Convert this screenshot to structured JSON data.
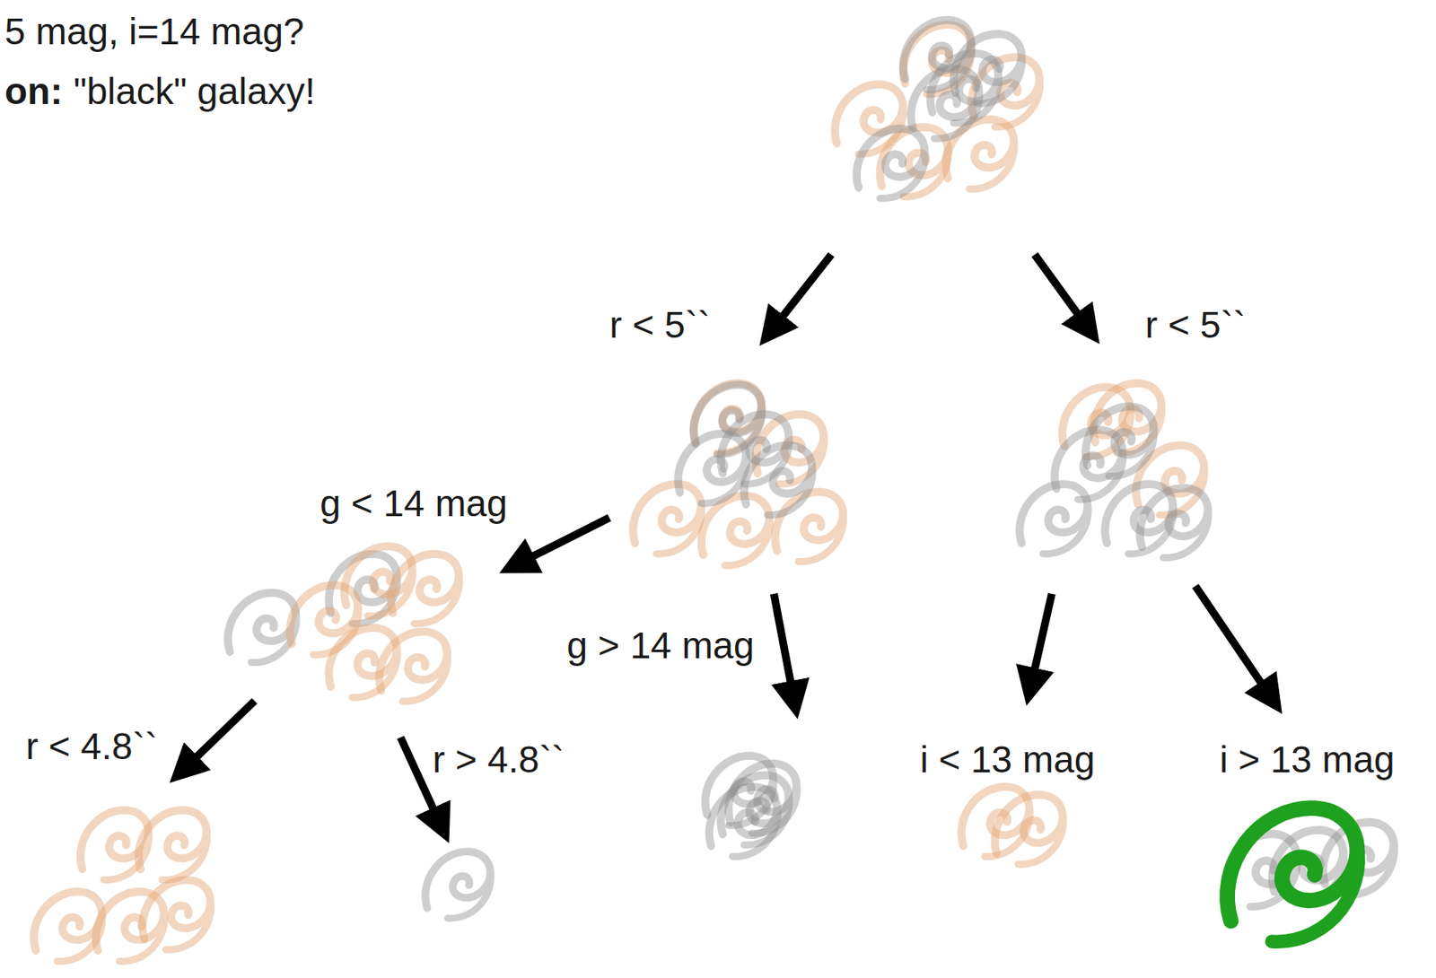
{
  "diagram": {
    "labels": [
      "5 mag, i=14 mag?",
      "on:",
      "\"black\" galaxy!",
      "r < 5``",
      "r < 5``",
      "g < 14 mag",
      "g > 14 mag",
      "i < 13 mag",
      "i > 13 mag",
      "r < 4.8``",
      "r > 4.8``"
    ]
  }
}
